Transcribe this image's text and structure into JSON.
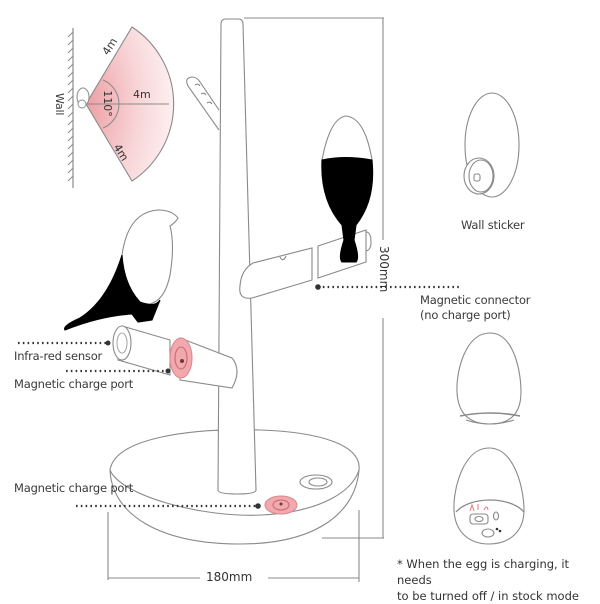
{
  "colors": {
    "outline": "#8a8a8a",
    "bird_black": "#000000",
    "sensor_pink": "#f2a9ad",
    "fov_fill": "#f7c9cb",
    "leader_dots": "#333333"
  },
  "sensor_range": {
    "wall_label": "Wall",
    "range_top": "4m",
    "range_middle": "4m",
    "range_bottom": "4m",
    "angle": "110°"
  },
  "dimensions": {
    "height": "300mm",
    "width": "180mm"
  },
  "callouts": {
    "infra_red_sensor": "Infra-red sensor",
    "magnetic_charge_port_bird": "Magnetic charge port",
    "magnetic_charge_port_base": "Magnetic charge port",
    "magnetic_connector": "Magnetic connector",
    "magnetic_connector_note": "(no charge port)",
    "wall_sticker": "Wall sticker"
  },
  "footnote": {
    "line1": "* When the egg is charging, it needs",
    "line2": "to be turned off / in stock mode"
  },
  "icons": [
    "wall-hatch-icon",
    "sensor-fov-icon",
    "bird-icon",
    "egg-icon",
    "charge-port-icon"
  ]
}
